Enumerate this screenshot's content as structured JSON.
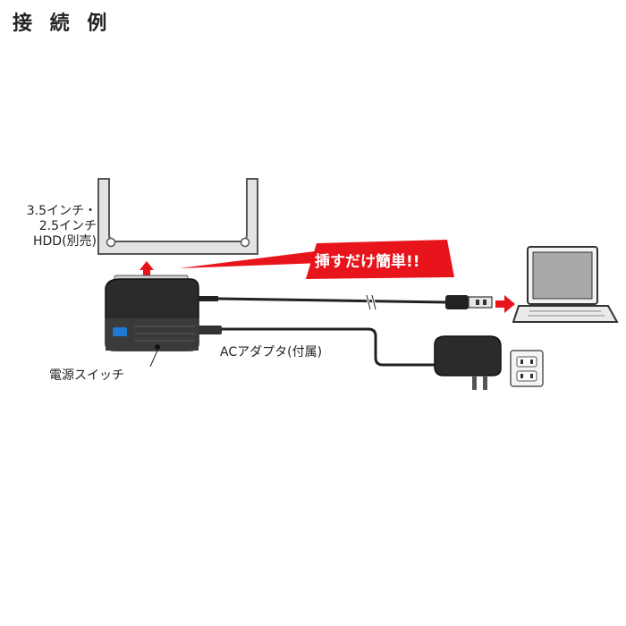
{
  "page": {
    "title": "接 続 例"
  },
  "labels": {
    "hdd_line1": "3.5インチ・",
    "hdd_line2": "2.5インチ",
    "hdd_line3": "HDD(別売)",
    "power_switch": "電源スイッチ",
    "ac_adapter": "ACアダプタ(付属)"
  },
  "callout": {
    "text": "挿すだけ簡単!!"
  },
  "colors": {
    "accent_red": "#e8141b",
    "device_dark": "#2b2b2b",
    "led_blue": "#1f7ad6"
  }
}
